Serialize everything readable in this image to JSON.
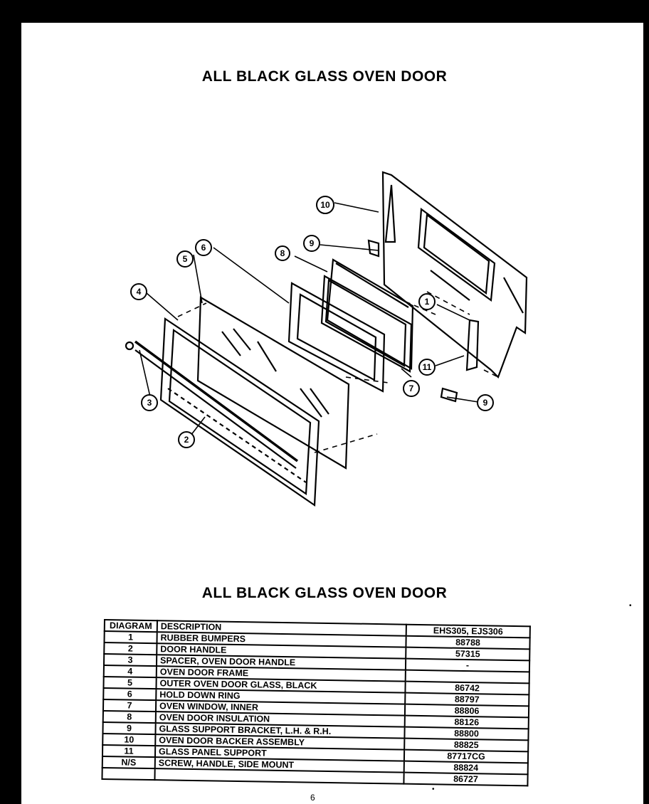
{
  "title_top": "ALL BLACK GLASS OVEN DOOR",
  "title_bottom": "ALL BLACK GLASS OVEN DOOR",
  "callouts": [
    "1",
    "2",
    "3",
    "4",
    "5",
    "6",
    "7",
    "8",
    "9",
    "9",
    "10",
    "11"
  ],
  "table": {
    "headers": [
      "DIAGRAM",
      "DESCRIPTION",
      "EHS305, EJS306"
    ],
    "rows": [
      [
        "1",
        "RUBBER BUMPERS",
        "88788"
      ],
      [
        "2",
        "DOOR HANDLE",
        "57315"
      ],
      [
        "3",
        "SPACER, OVEN DOOR HANDLE",
        "-"
      ],
      [
        "4",
        "OVEN DOOR FRAME",
        ""
      ],
      [
        "5",
        "OUTER OVEN DOOR GLASS, BLACK",
        "86742"
      ],
      [
        "6",
        "HOLD DOWN RING",
        "88797"
      ],
      [
        "7",
        "OVEN WINDOW, INNER",
        "88806"
      ],
      [
        "8",
        "OVEN DOOR INSULATION",
        "88126"
      ],
      [
        "9",
        "GLASS SUPPORT BRACKET, L.H. & R.H.",
        "88800"
      ],
      [
        "10",
        "OVEN DOOR BACKER ASSEMBLY",
        "88825"
      ],
      [
        "11",
        "GLASS PANEL SUPPORT",
        "87717CG"
      ],
      [
        "N/S",
        "SCREW, HANDLE, SIDE MOUNT",
        "88824"
      ]
    ],
    "extra_number": "86727"
  },
  "page_number": "6"
}
